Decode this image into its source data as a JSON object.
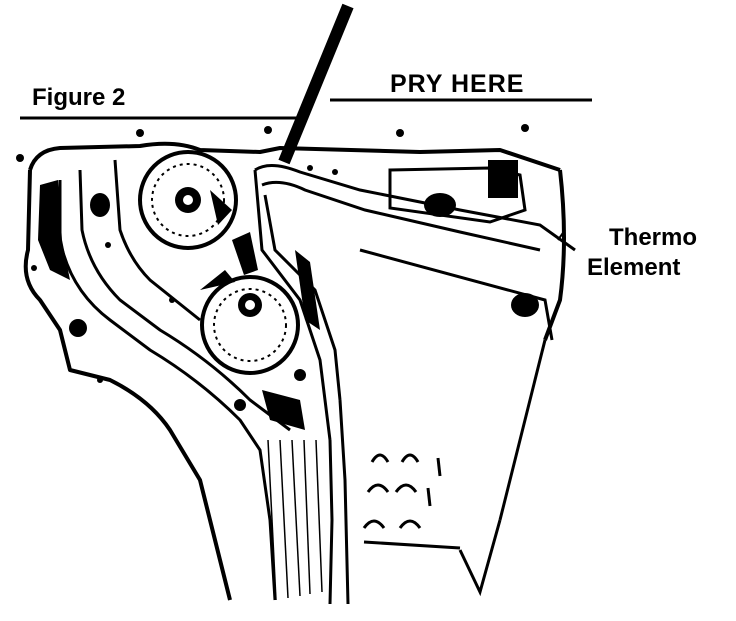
{
  "figure": {
    "title": "Figure 2",
    "callouts": {
      "pry_here": "PRY HERE",
      "thermo_line1": "Thermo",
      "thermo_line2": "Element"
    }
  },
  "colors": {
    "ink": "#000000",
    "paper": "#ffffff"
  }
}
